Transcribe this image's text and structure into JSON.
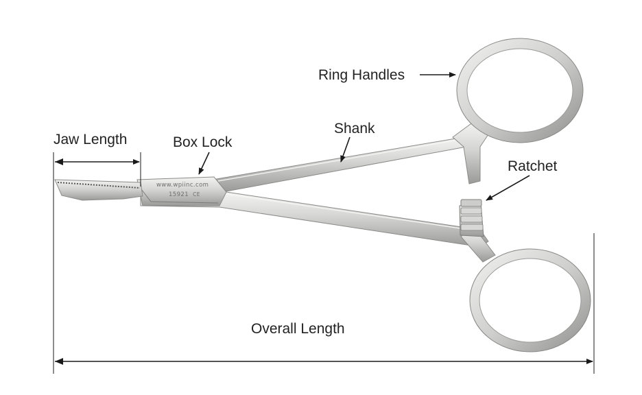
{
  "labels": {
    "ring_handles": "Ring Handles",
    "shank": "Shank",
    "jaw_length": "Jaw Length",
    "box_lock": "Box Lock",
    "ratchet": "Ratchet",
    "overall_length": "Overall Length"
  },
  "engraving": {
    "website": "www.wpiinc.com",
    "code": "15921"
  },
  "colors": {
    "label_text": "#222222",
    "arrow": "#1a1a1a",
    "steel_light": "#eeeeec",
    "steel_mid": "#c4c4c2",
    "steel_dark": "#8f8f8d"
  },
  "icons": {
    "ce_mark": "ce-mark-icon"
  }
}
